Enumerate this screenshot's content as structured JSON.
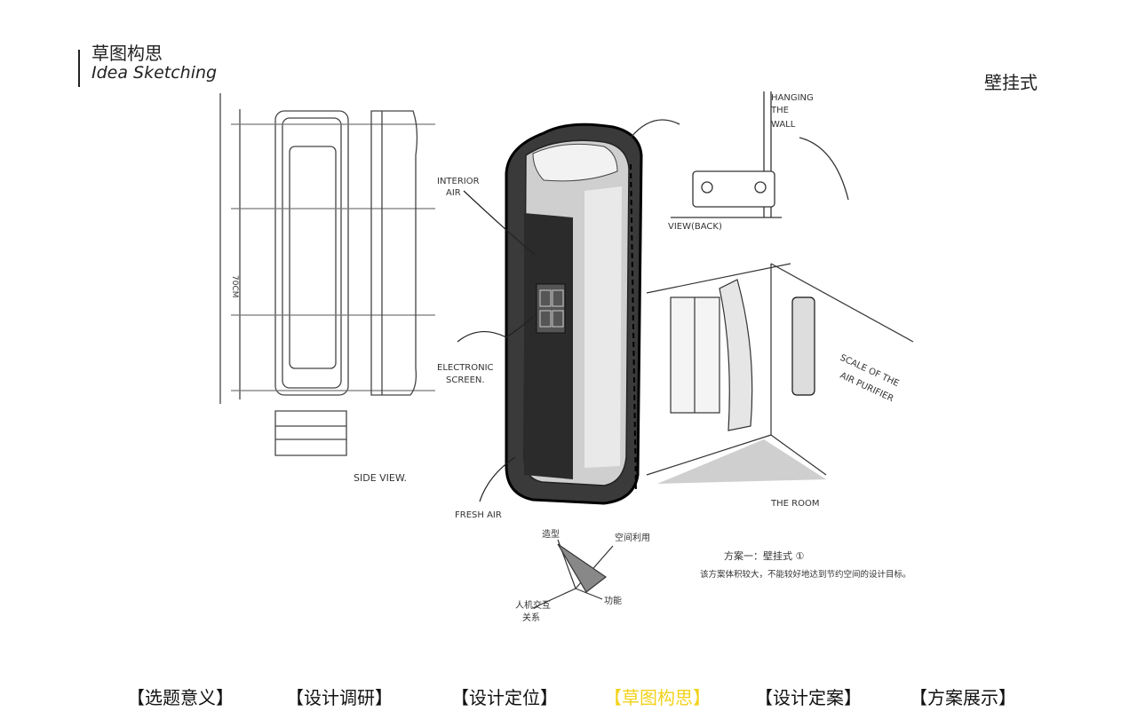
{
  "header": {
    "title_cn": "草图构思",
    "title_en": "Idea Sketching"
  },
  "variant_label": "壁挂式",
  "sketch": {
    "annotations": {
      "hanging": [
        "HANGING",
        "THE",
        "WALL"
      ],
      "interior_air": [
        "INTERIOR",
        "AIR"
      ],
      "view_back": "VIEW(BACK)",
      "dimension": "70CM",
      "electronic_screen": [
        "ELECTRONIC",
        "SCREEN."
      ],
      "scale": [
        "SCALE OF THE",
        "AIR PURIFIER"
      ],
      "side_view": "SIDE VIEW.",
      "fresh_air": "FRESH AIR",
      "the_room": "THE ROOM",
      "radar": {
        "top": "造型",
        "right": "空间利用",
        "bottom_left": [
          "人机交互",
          "关系"
        ],
        "bottom_right": "功能"
      },
      "scheme_title": "方案一：壁挂式 ①",
      "scheme_note": "该方案体积较大，不能较好地达到节约空间的设计目标。"
    }
  },
  "nav": {
    "items": [
      {
        "label": "【选题意义】"
      },
      {
        "label": "【设计调研】"
      },
      {
        "label": "【设计定位】"
      },
      {
        "label": "【草图构思】"
      },
      {
        "label": "【设计定案】"
      },
      {
        "label": "【方案展示】"
      }
    ],
    "active_index": 3,
    "active_color": "#f2d21c",
    "text_color": "#111111"
  }
}
